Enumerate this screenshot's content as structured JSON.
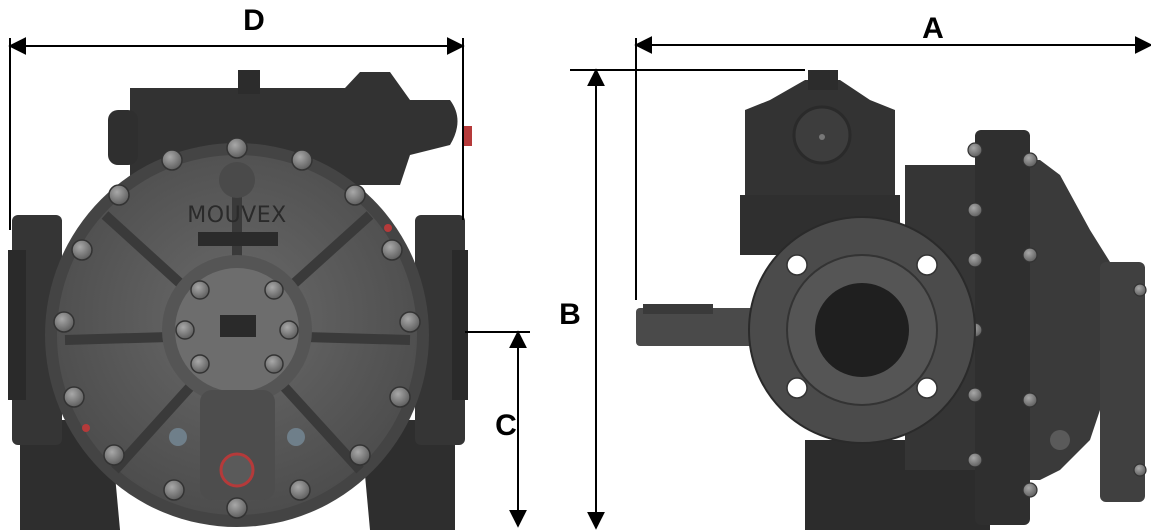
{
  "dimensions": {
    "width_label": "D",
    "length_label": "A",
    "height_label": "B",
    "shaft_height_label": "C"
  },
  "front_view": {
    "brand": "MOUVEX"
  },
  "colors": {
    "casting": "#3a3a3a",
    "casting_dark": "#232323",
    "cover": "#5c5c5c",
    "bolt": "#8a8a8a",
    "accent_red": "#b53a3a",
    "dimension_line": "#000000"
  }
}
